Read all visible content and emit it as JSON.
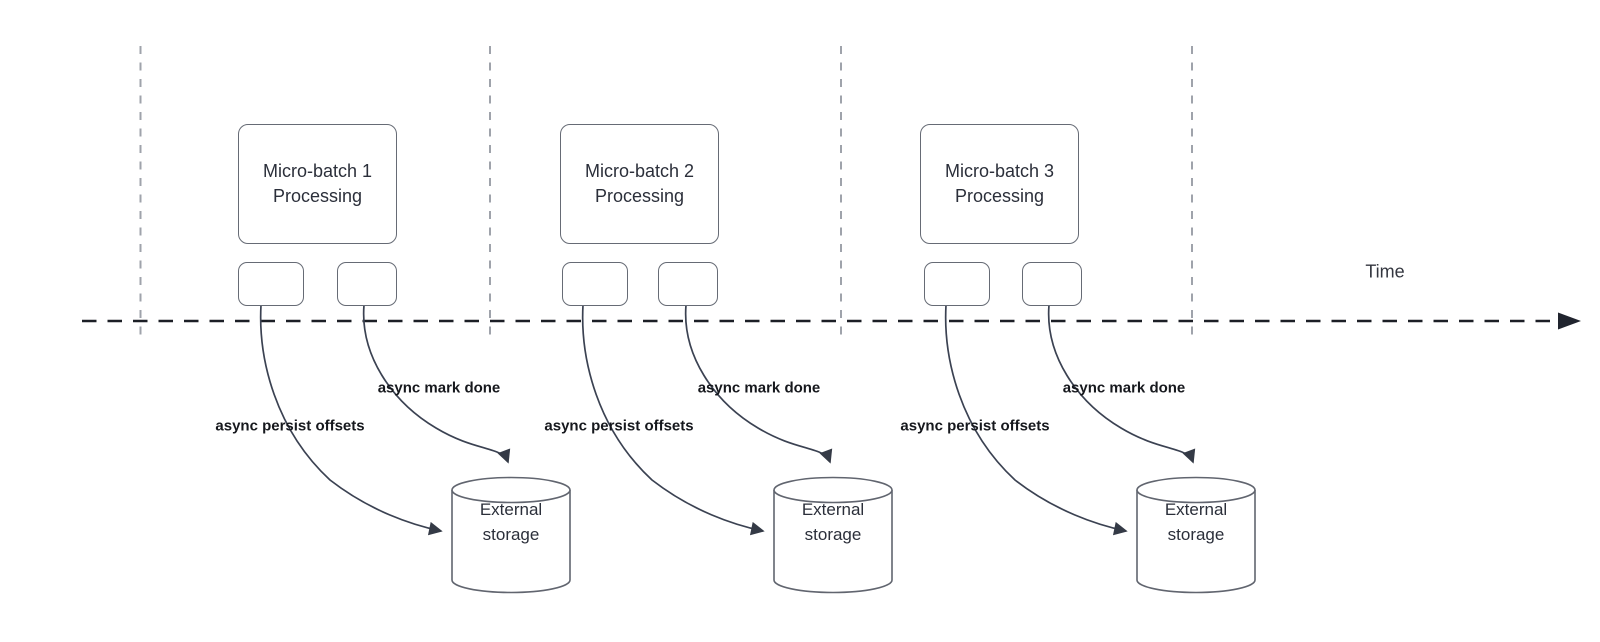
{
  "diagram": {
    "time_axis": {
      "label": "Time"
    },
    "batches": [
      {
        "process_label": "Micro-batch 1\nProcessing",
        "persist_arrow_label": "async persist offsets",
        "mark_done_arrow_label": "async mark done",
        "storage_label": "External\nstorage"
      },
      {
        "process_label": "Micro-batch 2\nProcessing",
        "persist_arrow_label": "async persist offsets",
        "mark_done_arrow_label": "async mark done",
        "storage_label": "External\nstorage"
      },
      {
        "process_label": "Micro-batch 3\nProcessing",
        "persist_arrow_label": "async persist offsets",
        "mark_done_arrow_label": "async mark done",
        "storage_label": "External\nstorage"
      }
    ],
    "colors": {
      "background": "#ffffff",
      "shape_border": "#666b75",
      "shape_text": "#2b2f3a",
      "arrow_stroke": "#3b4252",
      "bold_label_text": "#16181d",
      "timeline_stroke": "#1c1f26",
      "gridline_stroke": "#9fa3ab"
    }
  }
}
